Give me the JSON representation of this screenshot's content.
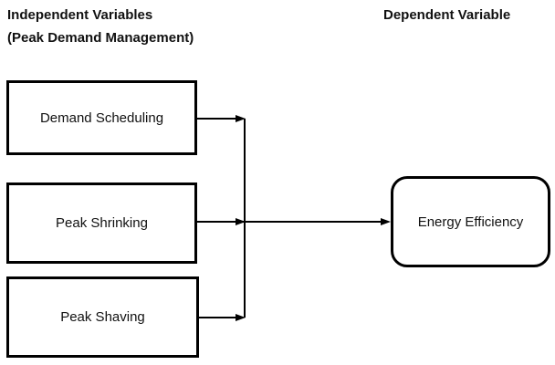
{
  "diagram": {
    "stroke_color": "#000000",
    "header_left_line1": "Independent Variables",
    "header_left_line2": "(Peak Demand Management)",
    "header_right": "Dependent Variable",
    "independent_boxes": [
      {
        "label": "Demand Scheduling"
      },
      {
        "label": "Peak Shrinking"
      },
      {
        "label": "Peak Shaving"
      }
    ],
    "dependent_box": {
      "label": "Energy Efficiency"
    }
  }
}
